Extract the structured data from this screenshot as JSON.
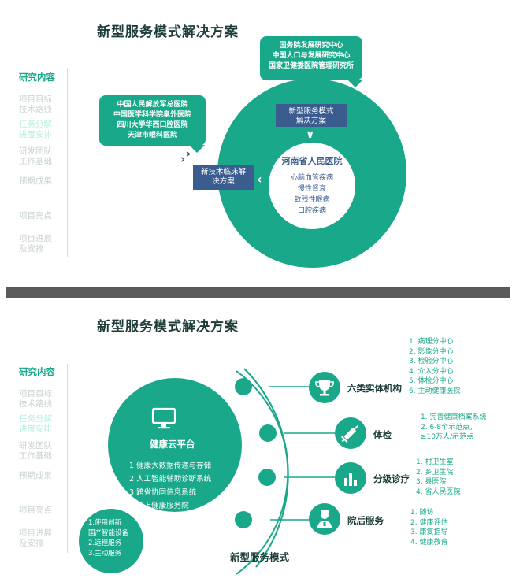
{
  "top": {
    "title": "新型服务模式解决方案",
    "nav": [
      "研究内容",
      "项目目标\n技术路线",
      "任务分解\n进度安排",
      "研发团队\n工作基础",
      "预期成果",
      "项目亮点",
      "项目进展\n及安排"
    ],
    "callout_right": [
      "国务院发展研究中心",
      "中国人口与发展研究中心",
      "国家卫健委医院管理研究所"
    ],
    "callout_left": [
      "中国人民解放军总医院",
      "中国医学科学院阜外医院",
      "四川大学华西口腔医院",
      "天津市眼科医院"
    ],
    "box_model": "新型服务模式\n解决方案",
    "box_tech": "新技术临床解\n决方案",
    "center_title": "河南省人民医院",
    "center_items": [
      "心脑血管疾病",
      "慢性肾衰",
      "致残性眼病",
      "口腔疾病"
    ]
  },
  "bottom": {
    "title": "新型服务模式解决方案",
    "nav": [
      "研究内容",
      "项目目标\n技术路线",
      "任务分解\n进度安排",
      "研发团队\n工作基础",
      "预期成果",
      "项目亮点",
      "项目进展\n及安排"
    ],
    "cloud_title": "健康云平台",
    "cloud_items": [
      "1.健康大数据传递与存储",
      "2.人工智能辅助诊断系统",
      "3.跨省协同信息系统",
      "4.线上健康服务院"
    ],
    "small_items": [
      "1.使用创新\n国产智能设备",
      "2.远程服务",
      "3.主动服务"
    ],
    "footer_label": "新型服务模式",
    "categories": [
      {
        "label": "六类实体机构",
        "icon": "trophy-icon",
        "items": [
          "1. 病理分中心",
          "2. 影像分中心",
          "3. 检验分中心",
          "4. 介入分中心",
          "5. 体检分中心",
          "6. 主动健康医院"
        ]
      },
      {
        "label": "体检",
        "icon": "syringe-icon",
        "items": [
          "1. 完善健康档案系统",
          "2. 6-8个示范点，",
          "≥10万人/示范点"
        ]
      },
      {
        "label": "分级诊疗",
        "icon": "bar-chart-icon",
        "items": [
          "1. 村卫生室",
          "2. 乡卫生院",
          "3. 县医院",
          "4. 省人民医院"
        ]
      },
      {
        "label": "院后服务",
        "icon": "doctor-icon",
        "items": [
          "1. 随访",
          "2. 健康评估",
          "3. 康复指导",
          "4. 健康教育"
        ]
      }
    ]
  },
  "colors": {
    "teal": "#1aa88a",
    "navy": "#3b5c8f",
    "divider": "#5a5a5a"
  }
}
